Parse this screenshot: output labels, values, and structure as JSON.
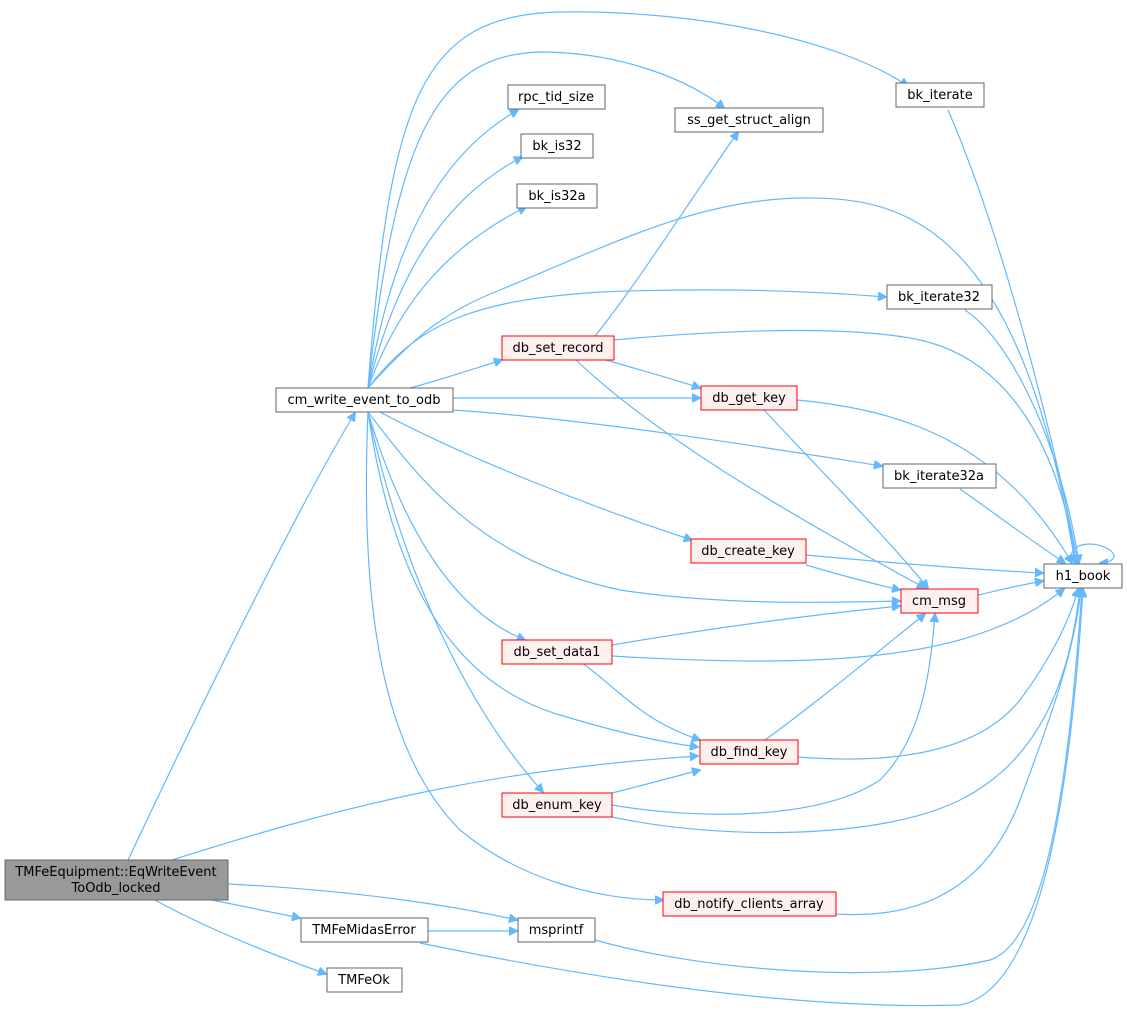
{
  "graph": {
    "nodes": {
      "root": {
        "lines": [
          "TMFeEquipment::EqWriteEvent",
          "ToOdb_locked"
        ],
        "style": "root"
      },
      "cm_write_event_to_odb": {
        "lines": [
          "cm_write_event_to_odb"
        ],
        "style": "normal"
      },
      "rpc_tid_size": {
        "lines": [
          "rpc_tid_size"
        ],
        "style": "normal"
      },
      "bk_is32": {
        "lines": [
          "bk_is32"
        ],
        "style": "normal"
      },
      "bk_is32a": {
        "lines": [
          "bk_is32a"
        ],
        "style": "normal"
      },
      "ss_get_struct_align": {
        "lines": [
          "ss_get_struct_align"
        ],
        "style": "normal"
      },
      "bk_iterate": {
        "lines": [
          "bk_iterate"
        ],
        "style": "normal"
      },
      "bk_iterate32": {
        "lines": [
          "bk_iterate32"
        ],
        "style": "normal"
      },
      "bk_iterate32a": {
        "lines": [
          "bk_iterate32a"
        ],
        "style": "normal"
      },
      "db_set_record": {
        "lines": [
          "db_set_record"
        ],
        "style": "red"
      },
      "db_get_key": {
        "lines": [
          "db_get_key"
        ],
        "style": "red"
      },
      "db_create_key": {
        "lines": [
          "db_create_key"
        ],
        "style": "red"
      },
      "db_set_data1": {
        "lines": [
          "db_set_data1"
        ],
        "style": "red"
      },
      "db_find_key": {
        "lines": [
          "db_find_key"
        ],
        "style": "red"
      },
      "db_enum_key": {
        "lines": [
          "db_enum_key"
        ],
        "style": "red"
      },
      "db_notify_clients_array": {
        "lines": [
          "db_notify_clients_array"
        ],
        "style": "red"
      },
      "cm_msg": {
        "lines": [
          "cm_msg"
        ],
        "style": "red"
      },
      "h1_book": {
        "lines": [
          "h1_book"
        ],
        "style": "normal"
      },
      "TMFeMidasError": {
        "lines": [
          "TMFeMidasError"
        ],
        "style": "normal"
      },
      "msprintf": {
        "lines": [
          "msprintf"
        ],
        "style": "normal"
      },
      "TMFeOk": {
        "lines": [
          "TMFeOk"
        ],
        "style": "normal"
      }
    },
    "colors": {
      "edge": "#63b8ff",
      "red_border": "#ff0000",
      "red_fill": "#fff0f0",
      "root_fill": "#999999",
      "box_border": "#666666"
    }
  }
}
